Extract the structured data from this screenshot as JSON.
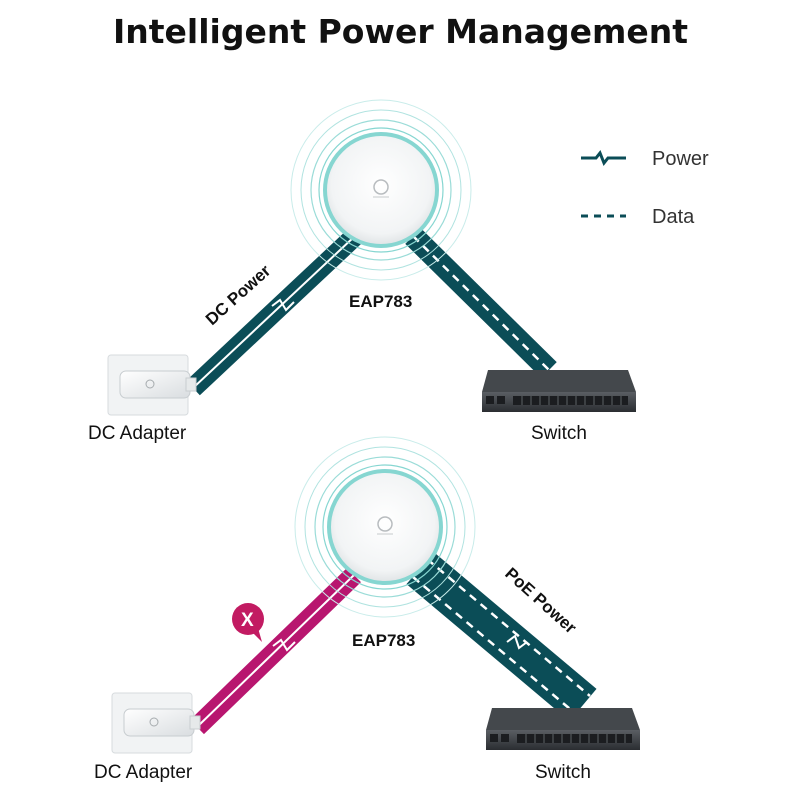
{
  "title": "Intelligent Power Management",
  "legend": {
    "power_label": "Power",
    "data_label": "Data"
  },
  "diagram_top": {
    "ap_label": "EAP783",
    "adapter_label": "DC Adapter",
    "switch_label": "Switch",
    "link_label": "DC Power"
  },
  "diagram_bottom": {
    "ap_label": "EAP783",
    "adapter_label": "DC Adapter",
    "switch_label": "Switch",
    "link_label": "PoE Power",
    "disabled_mark": "X"
  },
  "colors": {
    "cable_teal": "#0b4d57",
    "cable_magenta": "#b8166f",
    "ring_teal": "#7fd3cf",
    "x_badge": "#c21b62",
    "text": "#111111"
  }
}
